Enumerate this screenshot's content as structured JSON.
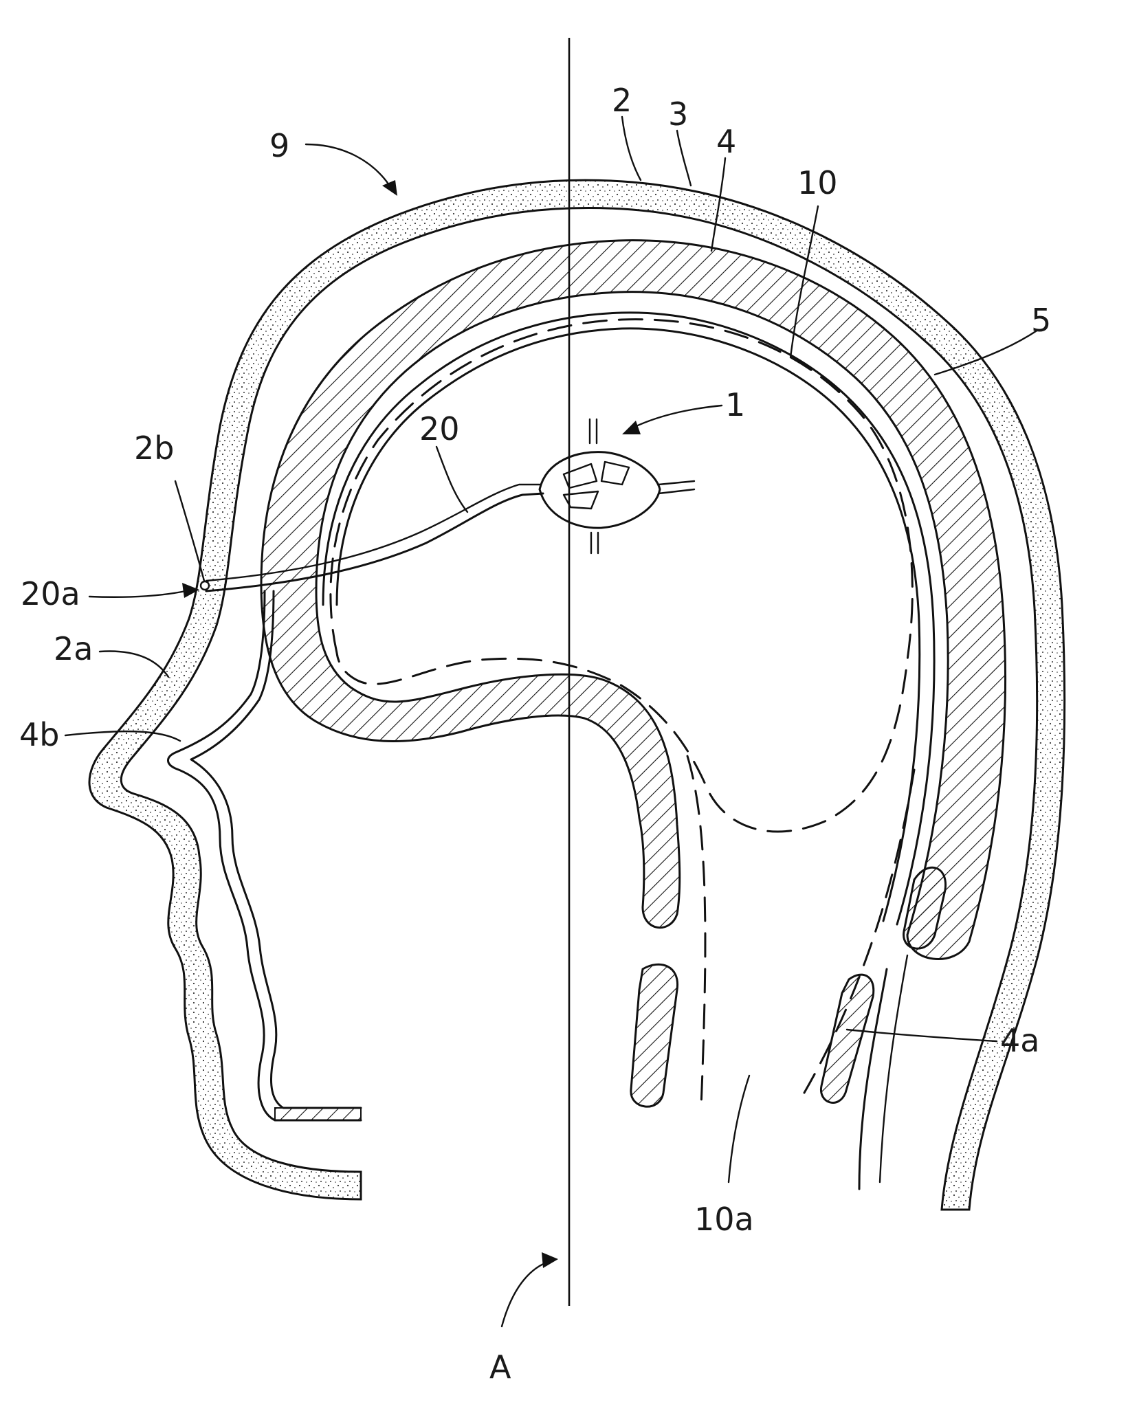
{
  "labels": {
    "l1": "1",
    "l2": "2",
    "l2a": "2a",
    "l2b": "2b",
    "l3": "3",
    "l4": "4",
    "l4a": "4a",
    "l4b": "4b",
    "l5": "5",
    "l9": "9",
    "l10": "10",
    "l10a": "10a",
    "l20": "20",
    "l20a": "20a",
    "lA": "A"
  },
  "colors": {
    "ink": "#111111",
    "paper": "#ffffff"
  }
}
